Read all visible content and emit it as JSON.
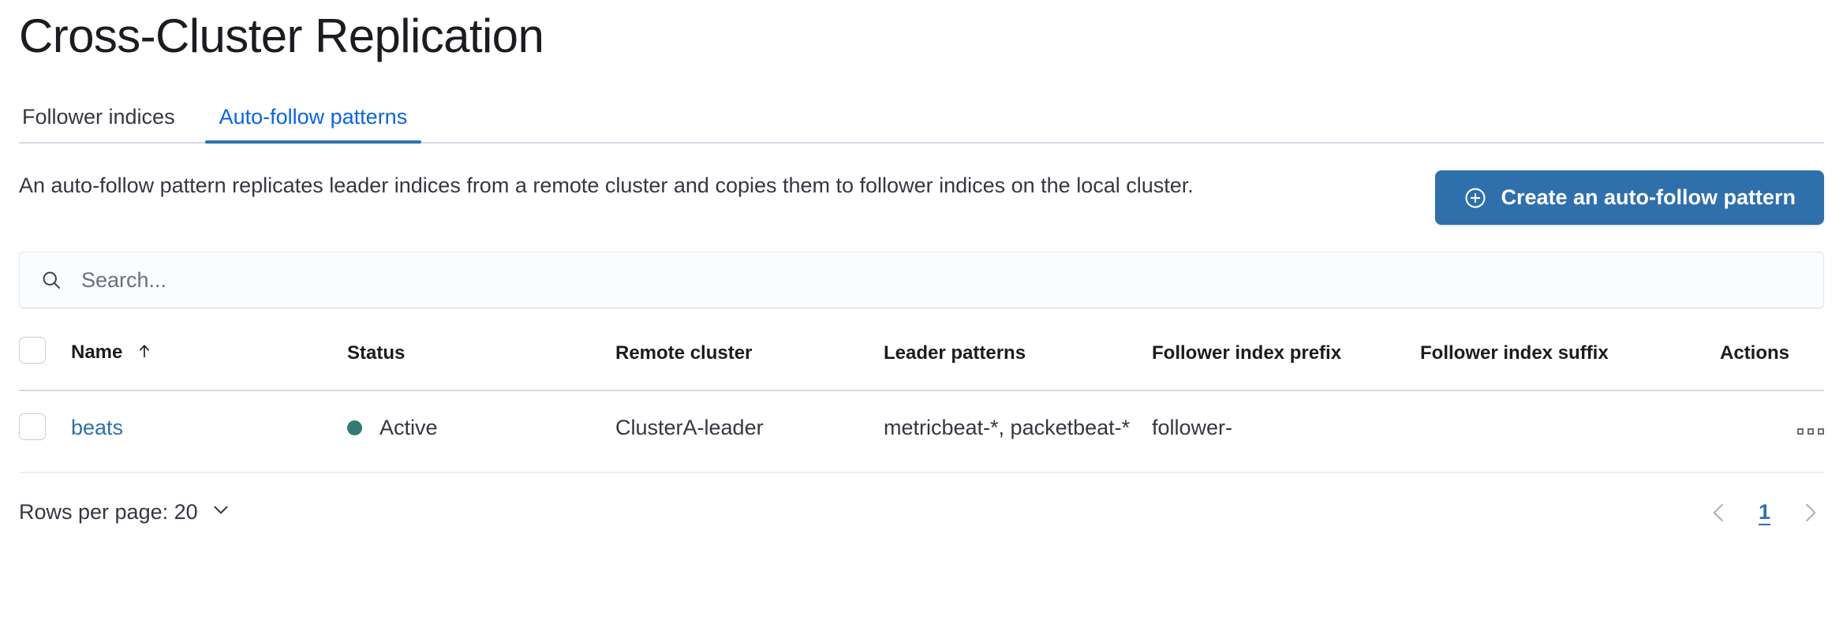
{
  "header": {
    "title": "Cross-Cluster Replication"
  },
  "tabs": [
    {
      "id": "follower-indices",
      "label": "Follower indices",
      "active": false
    },
    {
      "id": "auto-follow-patterns",
      "label": "Auto-follow patterns",
      "active": true
    }
  ],
  "description": {
    "text": "An auto-follow pattern replicates leader indices from a remote cluster and copies them to follower indices on the local cluster."
  },
  "actions": {
    "create_label": "Create an auto-follow pattern",
    "create_icon": "plus-in-circle-icon",
    "accent_color": "#2f6fab"
  },
  "search": {
    "value": "",
    "placeholder": "Search...",
    "icon": "search-icon"
  },
  "table": {
    "columns": [
      {
        "id": "select",
        "label": ""
      },
      {
        "id": "name",
        "label": "Name",
        "sorted": "asc",
        "sort_icon": "arrow-up-icon"
      },
      {
        "id": "status",
        "label": "Status"
      },
      {
        "id": "remote_cluster",
        "label": "Remote cluster"
      },
      {
        "id": "leader_patterns",
        "label": "Leader patterns"
      },
      {
        "id": "follower_index_prefix",
        "label": "Follower index prefix"
      },
      {
        "id": "follower_index_suffix",
        "label": "Follower index suffix"
      },
      {
        "id": "actions",
        "label": "Actions"
      }
    ],
    "rows": [
      {
        "name": "beats",
        "status": "Active",
        "status_color": "#327b72",
        "remote_cluster": "ClusterA-leader",
        "leader_patterns": "metricbeat-*, packetbeat-*",
        "follower_index_prefix": "follower-",
        "follower_index_suffix": "",
        "actions_icon": "ellipsis-horizontal-icon"
      }
    ]
  },
  "footer": {
    "rows_per_page_label": "Rows per page: 20",
    "rows_per_page_icon": "chevron-down-icon",
    "pagination": {
      "prev_icon": "chevron-left-icon",
      "next_icon": "chevron-right-icon",
      "pages": [
        "1"
      ],
      "current": "1"
    }
  }
}
